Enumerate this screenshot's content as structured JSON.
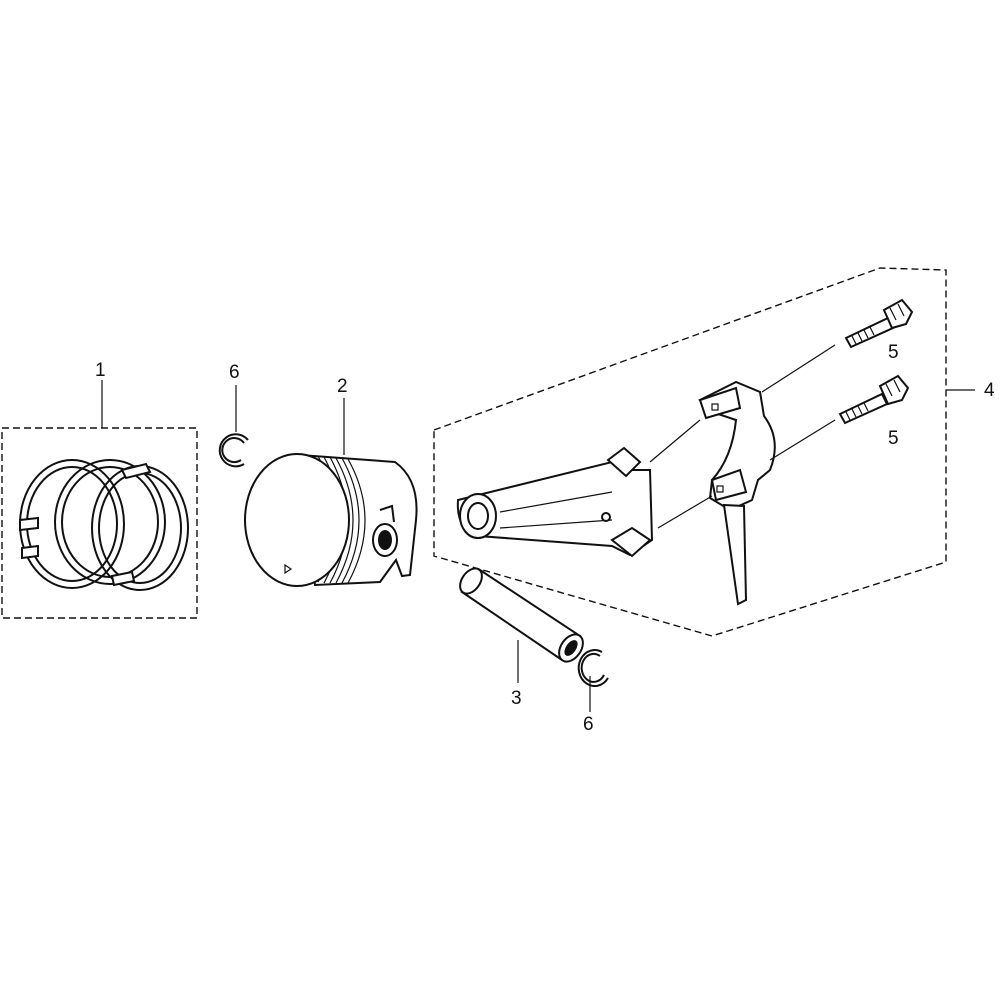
{
  "callouts": [
    {
      "id": "ring-set",
      "label": "1"
    },
    {
      "id": "piston",
      "label": "2"
    },
    {
      "id": "piston-pin",
      "label": "3"
    },
    {
      "id": "connecting-rod-assembly",
      "label": "4"
    },
    {
      "id": "rod-bolt-upper",
      "label": "5"
    },
    {
      "id": "rod-bolt-lower",
      "label": "5"
    },
    {
      "id": "pin-clip-left",
      "label": "6"
    },
    {
      "id": "pin-clip-right",
      "label": "6"
    }
  ],
  "colors": {
    "line": "#111111",
    "background": "#ffffff"
  }
}
